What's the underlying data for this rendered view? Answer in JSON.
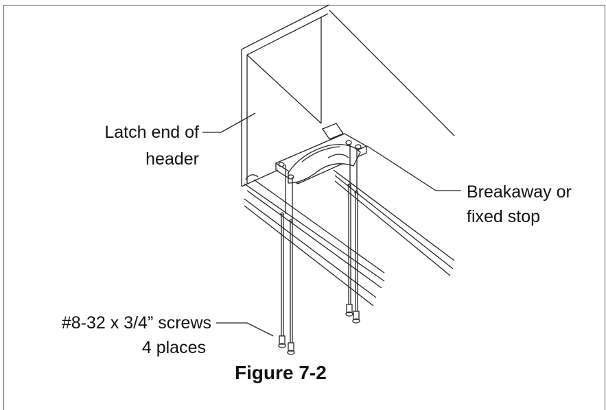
{
  "labels": {
    "latch_line1": "Latch end of",
    "latch_line2": "header",
    "stop_line1": "Breakaway or",
    "stop_line2": "fixed  stop",
    "screws_line1": "#8-32 x 3/4” screws",
    "screws_line2": "4 places"
  },
  "caption": "Figure 7-2"
}
